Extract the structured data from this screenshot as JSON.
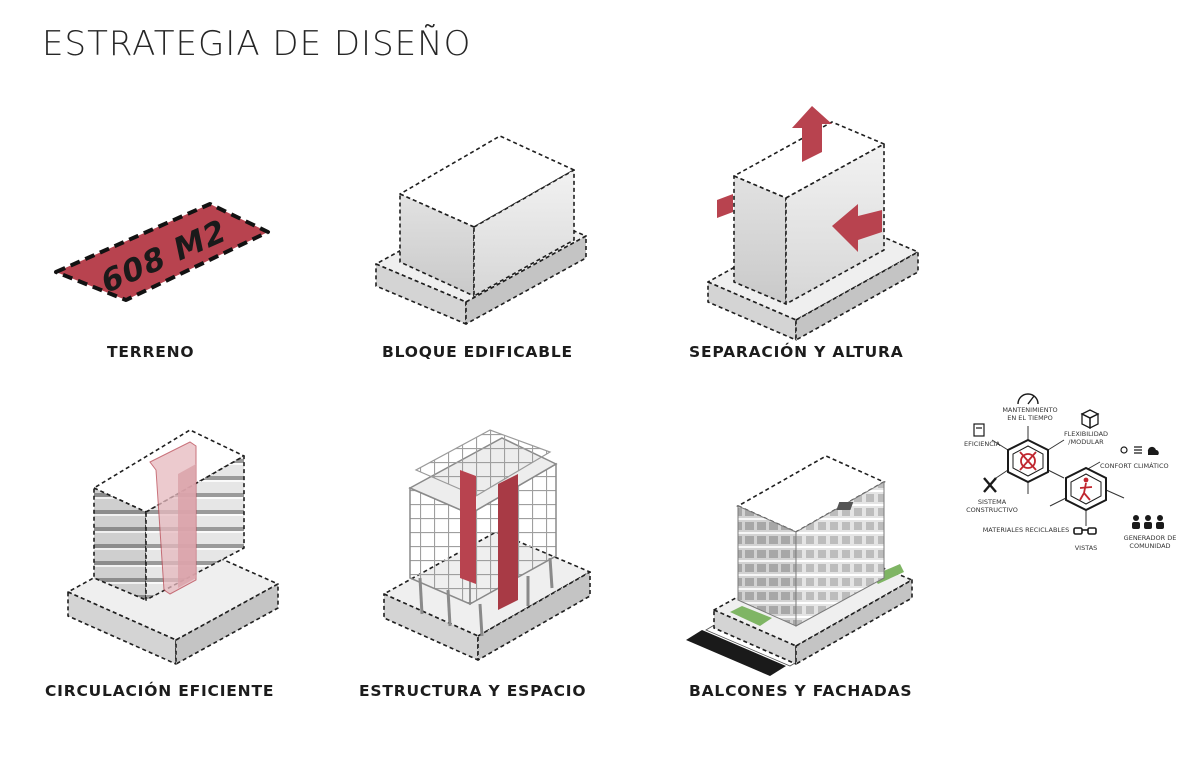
{
  "title": "ESTRATEGIA DE DISEÑO",
  "colors": {
    "accent": "#b8434f",
    "accent_light": "#e6b9be",
    "mass_light": "#ececec",
    "mass_mid": "#d9d9d9",
    "mass_dark": "#bdbdbd",
    "line": "#1f1f1f"
  },
  "steps": [
    {
      "label": "TERRENO",
      "area_text": "608 M2"
    },
    {
      "label": "BLOQUE EDIFICABLE"
    },
    {
      "label": "SEPARACIÓN Y ALTURA"
    },
    {
      "label": "CIRCULACIÓN EFICIENTE"
    },
    {
      "label": "ESTRUCTURA Y ESPACIO"
    },
    {
      "label": "BALCONES Y FACHADAS"
    }
  ],
  "criteria": {
    "mantenimiento_l1": "MANTENIMIENTO",
    "mantenimiento_l2": "EN EL TIEMPO",
    "eficiencia": "EFICIENCIA",
    "flexibilidad_l1": "FLEXIBILIDAD",
    "flexibilidad_l2": "/MODULAR",
    "confort": "CONFORT CLIMÁTICO",
    "sistema_l1": "SISTEMA",
    "sistema_l2": "CONSTRUCTIVO",
    "materiales": "MATERIALES RECICLABLES",
    "vistas": "VISTAS",
    "generador_l1": "GENERADOR DE",
    "generador_l2": "COMUNIDAD"
  }
}
